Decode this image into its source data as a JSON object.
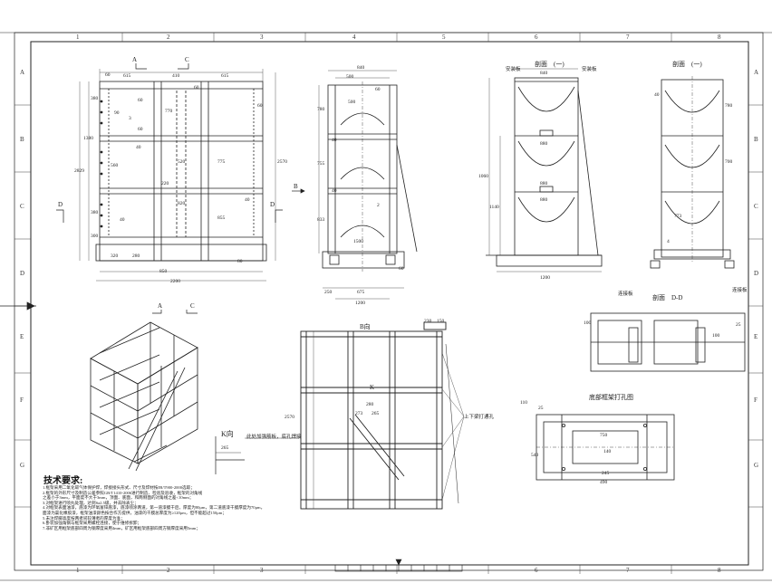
{
  "grid": {
    "columns": [
      "1",
      "2",
      "3",
      "4",
      "5",
      "6",
      "7",
      "8"
    ],
    "rows": [
      "A",
      "B",
      "C",
      "D",
      "E",
      "F",
      "G"
    ]
  },
  "view_labels": {
    "section_top_left_a": "A",
    "section_top_left_c": "C",
    "side_d_left": "D",
    "side_d_right": "D",
    "arrow_b": "B",
    "section_a_lower": "A",
    "section_c_lower": "C",
    "b_view": "B向",
    "k_mark": "K",
    "k_view": "K向",
    "section_1": "剖面　(一)",
    "section_2": "剖面　(一)",
    "section_dd": "剖面　D-D",
    "frame_hole_diagram": "底部框架打孔图"
  },
  "callouts": {
    "mount_plate_left": "安装板",
    "mount_plate_right": "安装板",
    "mount_bolt_left": "连接板",
    "mount_bolt_right": "连接板",
    "upper_lower_beam": "上下梁打通孔",
    "k_note": "此处加强筋板，底孔焊接"
  },
  "dimensions": {
    "front": [
      "615",
      "410",
      "615",
      "60",
      "60",
      "60",
      "60",
      "90",
      "60",
      "40",
      "40",
      "3",
      "2829",
      "380",
      "770",
      "520",
      "775",
      "820",
      "855",
      "220",
      "40",
      "300",
      "380",
      "1380",
      "560",
      "320",
      "280",
      "850",
      "2200",
      "2570",
      "80"
    ],
    "side": [
      "840",
      "500",
      "500",
      "60",
      "780",
      "40",
      "40",
      "755",
      "833",
      "1500",
      "60",
      "250",
      "675",
      "1200",
      "2"
    ],
    "section1": [
      "840",
      "880",
      "880",
      "880",
      "1060",
      "1140",
      "1200"
    ],
    "section2": [
      "40",
      "780",
      "700",
      "773",
      "4"
    ],
    "bview": [
      "230",
      "150",
      "2570",
      "273",
      "280",
      "265"
    ],
    "kview": [
      "265"
    ],
    "dd": [
      "100",
      "100",
      "25"
    ],
    "hole": [
      "110",
      "25",
      "750",
      "140",
      "245",
      "490",
      "540"
    ]
  },
  "notes": {
    "title": "技术要求:",
    "items": [
      "1.框架采用二氧化碳气体保护焊，焊接接头形式、尺寸及焊材按JB/T900-2000选取；",
      "2.框架的外形尺寸及制造公差参照GB/T1410-2006进行制造、检验及验收，框架的对角线",
      "  之差小于3mm，平面度不大于3mm，顶面、底面，和两侧面的对角线之差<10mm；",
      "3.对框架进行喷丸处理，达到Sa2.5级，并去除表尘；",
      "4.对框架表面油漆，底漆为环氧富锌底漆，底漆喷涂两道，第一道漆膜干后，厚度为80μm，第二道底漆干膜厚度为70μm，",
      "  面漆为氯化橡胶漆，框架油漆颜色按合作方提供，油漆的干膜总厚度为≥120μm，但不能超过150μm；",
      "5.未注焊脚高度按两者间较薄者的厚度为准；",
      "6.卧装加强角钢与框架采用螺栓连接，使于维修拆卸；",
      "7.非矿区用框架底部四周为钢厚度采用4mm，矿区用框架底部四周方钢厚度采用5mm；"
    ]
  }
}
